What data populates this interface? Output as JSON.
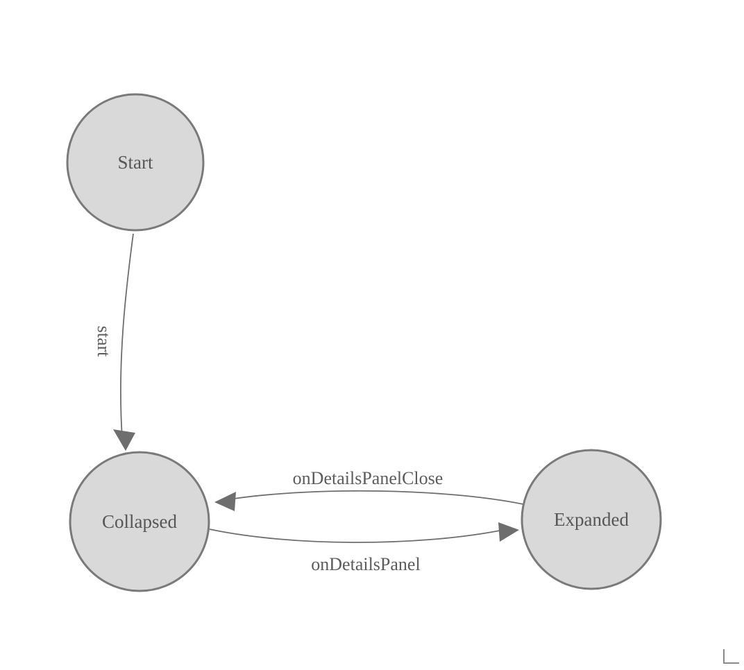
{
  "diagram": {
    "type": "state-machine",
    "colors": {
      "background": "#ffffff",
      "node_fill": "#d9d9d9",
      "node_stroke": "#7a7a7a",
      "edge_stroke": "#6e6e6e",
      "label_color": "#565656"
    },
    "nodes": [
      {
        "id": "start",
        "label": "Start"
      },
      {
        "id": "collapsed",
        "label": "Collapsed"
      },
      {
        "id": "expanded",
        "label": "Expanded"
      }
    ],
    "edges": [
      {
        "from": "start",
        "to": "collapsed",
        "label": "start"
      },
      {
        "from": "expanded",
        "to": "collapsed",
        "label": "onDetailsPanelClose"
      },
      {
        "from": "collapsed",
        "to": "expanded",
        "label": "onDetailsPanel"
      }
    ]
  }
}
